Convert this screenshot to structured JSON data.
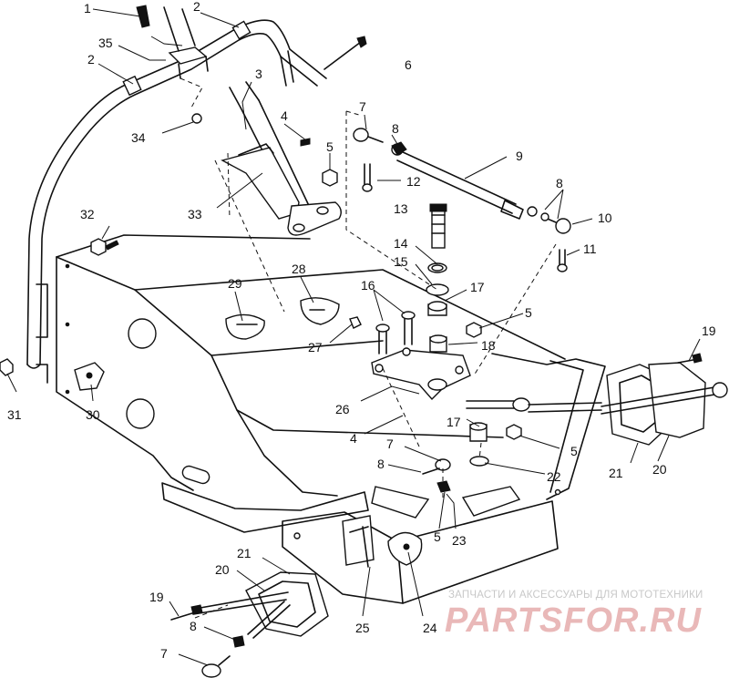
{
  "diagram": {
    "labels": [
      {
        "id": "l1",
        "text": "1"
      },
      {
        "id": "l2a",
        "text": "2"
      },
      {
        "id": "l2b",
        "text": "2"
      },
      {
        "id": "l35",
        "text": "35"
      },
      {
        "id": "l3",
        "text": "3"
      },
      {
        "id": "l6",
        "text": "6"
      },
      {
        "id": "l34",
        "text": "34"
      },
      {
        "id": "l4a",
        "text": "4"
      },
      {
        "id": "l5a",
        "text": "5"
      },
      {
        "id": "l7a",
        "text": "7"
      },
      {
        "id": "l8a",
        "text": "8"
      },
      {
        "id": "l9",
        "text": "9"
      },
      {
        "id": "l12",
        "text": "12"
      },
      {
        "id": "l33",
        "text": "33"
      },
      {
        "id": "l8b",
        "text": "8"
      },
      {
        "id": "l10",
        "text": "10"
      },
      {
        "id": "l32",
        "text": "32"
      },
      {
        "id": "l13",
        "text": "13"
      },
      {
        "id": "l14",
        "text": "14"
      },
      {
        "id": "l11",
        "text": "11"
      },
      {
        "id": "l15",
        "text": "15"
      },
      {
        "id": "l29",
        "text": "29"
      },
      {
        "id": "l28",
        "text": "28"
      },
      {
        "id": "l16",
        "text": "16"
      },
      {
        "id": "l17a",
        "text": "17"
      },
      {
        "id": "l5b",
        "text": "5"
      },
      {
        "id": "l27",
        "text": "27"
      },
      {
        "id": "l18",
        "text": "18"
      },
      {
        "id": "l19a",
        "text": "19"
      },
      {
        "id": "l31",
        "text": "31"
      },
      {
        "id": "l30",
        "text": "30"
      },
      {
        "id": "l26",
        "text": "26"
      },
      {
        "id": "l4b",
        "text": "4"
      },
      {
        "id": "l17b",
        "text": "17"
      },
      {
        "id": "l5c",
        "text": "5"
      },
      {
        "id": "l7b",
        "text": "7"
      },
      {
        "id": "l8c",
        "text": "8"
      },
      {
        "id": "l22",
        "text": "22"
      },
      {
        "id": "l21a",
        "text": "21"
      },
      {
        "id": "l20a",
        "text": "20"
      },
      {
        "id": "l23",
        "text": "23"
      },
      {
        "id": "l5d",
        "text": "5"
      },
      {
        "id": "l21b",
        "text": "21"
      },
      {
        "id": "l20b",
        "text": "20"
      },
      {
        "id": "l19b",
        "text": "19"
      },
      {
        "id": "l8d",
        "text": "8"
      },
      {
        "id": "l25",
        "text": "25"
      },
      {
        "id": "l24",
        "text": "24"
      },
      {
        "id": "l7c",
        "text": "7"
      }
    ]
  },
  "watermark": {
    "caption": "ЗАПЧАСТИ И АКСЕССУАРЫ ДЛЯ МОТОТЕХНИКИ",
    "logo": "PARTSFOR.RU"
  }
}
